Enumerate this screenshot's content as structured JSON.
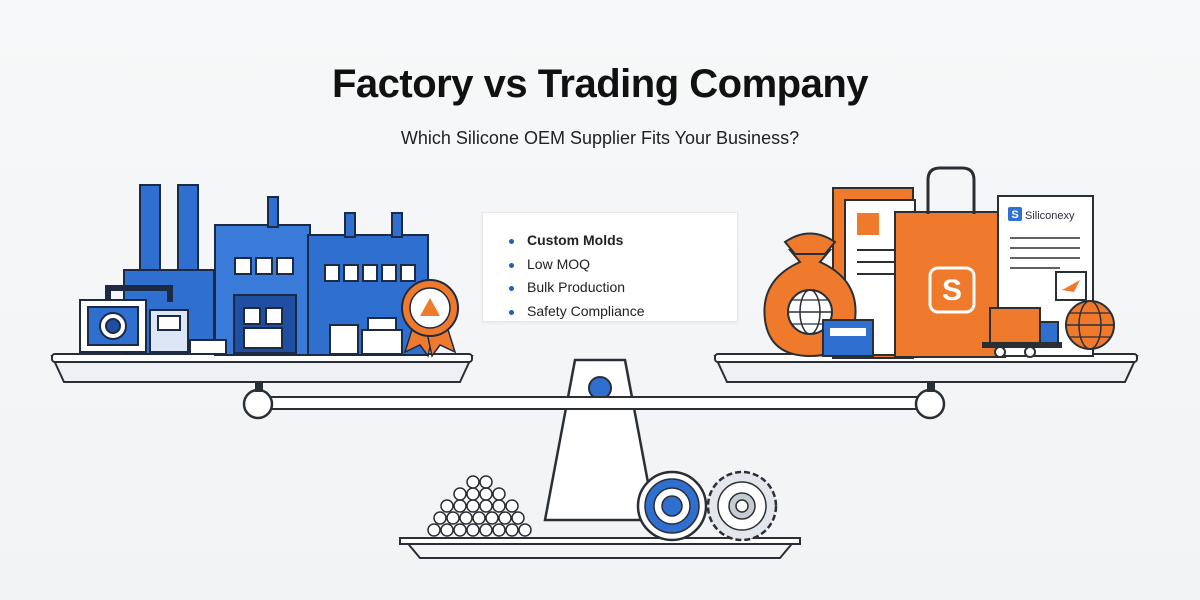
{
  "header": {
    "title": "Factory vs Trading Company",
    "subtitle": "Which Silicone OEM Supplier Fits Your Business?"
  },
  "features": {
    "items": [
      "Custom Molds",
      "Low MOQ",
      "Bulk Production",
      "Safety Compliance"
    ]
  },
  "trading": {
    "brand_name": "Siliconexy",
    "logo_letter": "S"
  },
  "colors": {
    "factory_blue": "#2f6fd0",
    "dark_blue": "#1f4fa0",
    "trading_orange": "#f07a2c",
    "scale_gray": "#d7dbe0",
    "outline": "#2a2f36"
  }
}
